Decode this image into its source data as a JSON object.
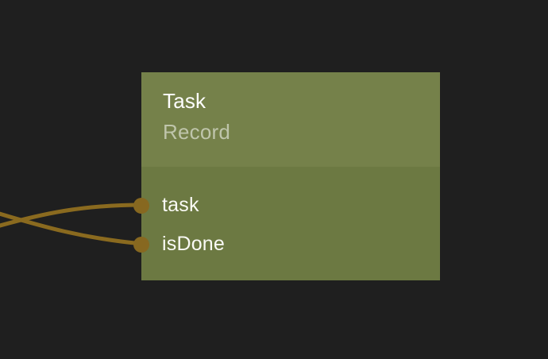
{
  "canvas": {
    "background_color": "#1f1f1f"
  },
  "node": {
    "title": "Task",
    "subtitle": "Record",
    "fields": [
      {
        "label": "task"
      },
      {
        "label": "isDone"
      }
    ],
    "colors": {
      "header": "#75814a",
      "body": "#6c7942",
      "title_text": "#ffffff",
      "subtitle_text": "#bfc5ab",
      "field_text": "#fafaf5",
      "wire": "#8a6a1f",
      "port": "#876820"
    }
  }
}
